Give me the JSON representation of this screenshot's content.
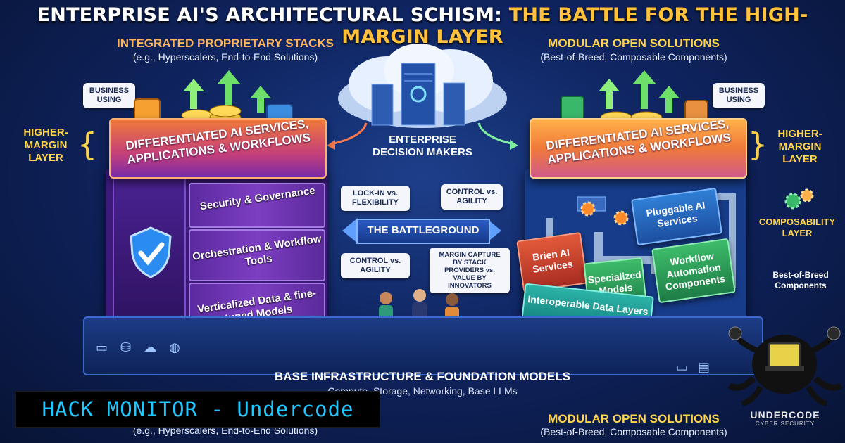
{
  "title": {
    "part1": "ENTERPRISE AI'S ARCHITECTURAL SCHISM:",
    "part2": "THE BATTLE FOR THE HIGH-MARGIN LAYER"
  },
  "left": {
    "heading": "INTEGRATED PROPRIETARY STACKS",
    "subheading": "(e.g., Hyperscalers, End-to-End Solutions)",
    "bubble": "BUSINESS USING",
    "margin_label": "HIGHER-MARGIN LAYER",
    "top_layer": "DIFFERENTIATED AI SERVICES, APPLICATIONS & WORKFLOWS",
    "layers": [
      "Security & Governance",
      "Orchestration & Workflow Tools",
      "Verticalized Data & fine-tuned Models"
    ]
  },
  "right": {
    "heading": "MODULAR OPEN SOLUTIONS",
    "subheading": "(Best-of-Breed, Composable Components)",
    "bubble": "BUSINESS USING",
    "margin_label": "HIGHER-MARGIN LAYER",
    "top_layer": "DIFFERENTIATED AI SERVICES, APPLICATIONS & WORKFLOWS",
    "composability_label": "COMPOSABILITY LAYER",
    "best_of_breed_label": "Best-of-Breed Components",
    "components": {
      "pluggable": "Pluggable AI Services",
      "brien": "Brien AI Services",
      "specialized": "Specialized Models",
      "workflow": "Workflow Automation Components",
      "interoperable": "Interoperable Data Layers"
    }
  },
  "center": {
    "decision_makers": "ENTERPRISE DECISION MAKERS",
    "lockin": "LOCK-IN vs. FLEXIBILITY",
    "control_top": "CONTROL vs. AGILITY",
    "battleground": "THE BATTLEGROUND",
    "control_bottom": "CONTROL vs. AGILITY",
    "margin_capture": "MARGIN CAPTURE BY STACK PROVIDERS vs. VALUE BY INNOVATORS"
  },
  "base": {
    "title": "BASE INFRASTRUCTURE & FOUNDATION MODELS",
    "subtitle": "Compute, Storage, Networking, Base LLMs"
  },
  "bottom": {
    "left_sub": "(e.g., Hyperscalers, End-to-End Solutions)",
    "right_heading": "MODULAR OPEN SOLUTIONS",
    "right_sub": "(Best-of-Breed, Composable Components)"
  },
  "banner": {
    "text": "HACK MONITOR - Undercode"
  },
  "logo": {
    "name": "UNDERCODE",
    "tagline": "CYBER SECURITY"
  },
  "colors": {
    "accent_yellow": "#ffd34a",
    "accent_orange": "#ffb45a",
    "banner_text": "#1ec8ff"
  }
}
